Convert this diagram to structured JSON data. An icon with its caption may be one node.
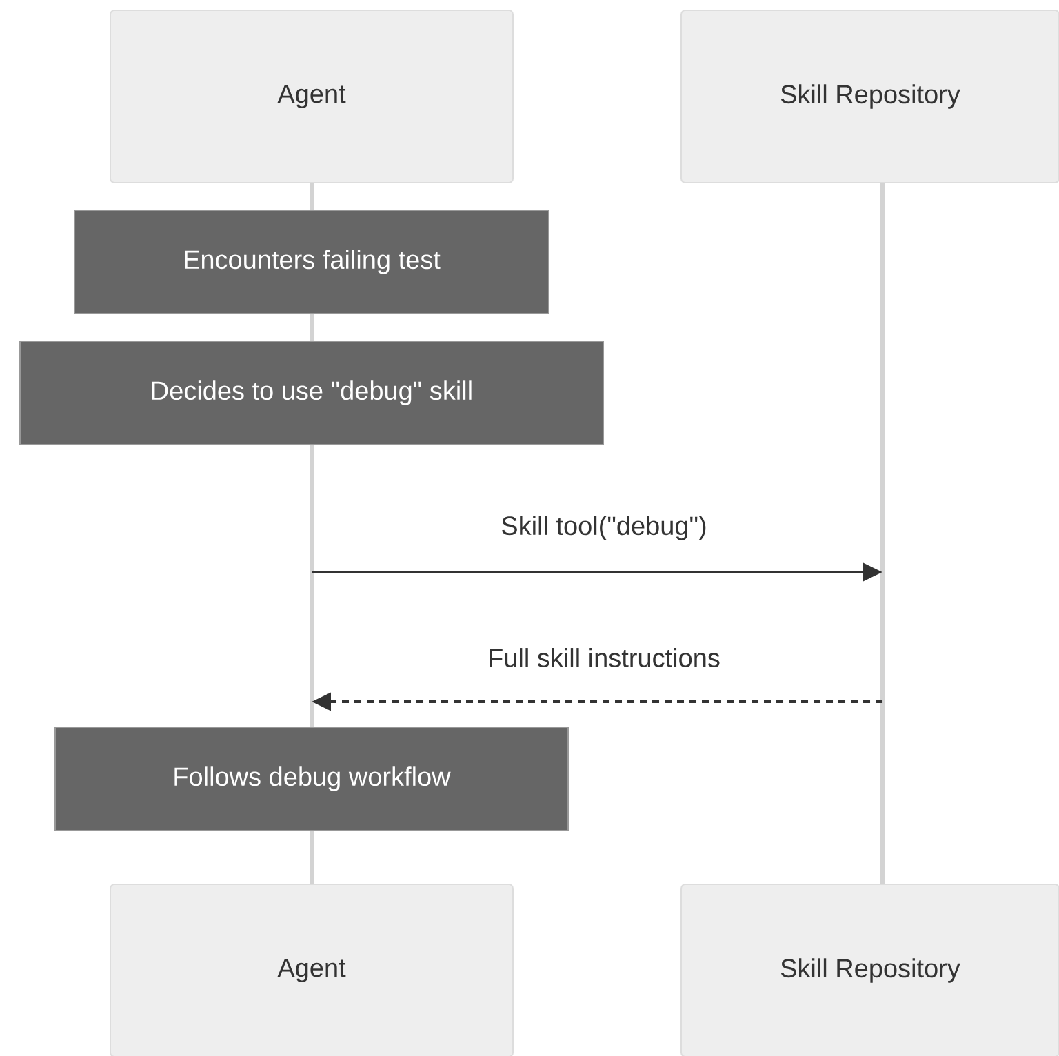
{
  "diagram": {
    "nodes": [
      {
        "text": [
          "Agent"
        ]
      },
      {
        "text": [
          "Skill Repository"
        ]
      },
      {
        "text": [
          "Encounters failing test"
        ]
      },
      {
        "text": [
          "Decides to use \"debug\" skill"
        ]
      },
      {
        "text": [
          "Follows debug workflow"
        ]
      },
      {
        "text": [
          "Agent"
        ]
      },
      {
        "text": [
          "Skill Repository"
        ]
      },
      {
        "text": [],
        "shape": "bar"
      },
      {
        "text": [],
        "shape": "bar"
      }
    ],
    "edges": [
      {
        "from": 0,
        "to": 2,
        "arrow": "none"
      },
      {
        "from": 2,
        "to": 3,
        "arrow": "none"
      },
      {
        "from": 7,
        "to": 8,
        "arrow": "to",
        "label": "Skill tool(\"debug\")",
        "color": "#333333"
      },
      {
        "from": 8,
        "to": 7,
        "arrow": "to",
        "label": "Full skill instructions",
        "style": "dashed",
        "color": "#333333"
      },
      {
        "from": 4,
        "to": 5,
        "arrow": "none"
      }
    ]
  }
}
